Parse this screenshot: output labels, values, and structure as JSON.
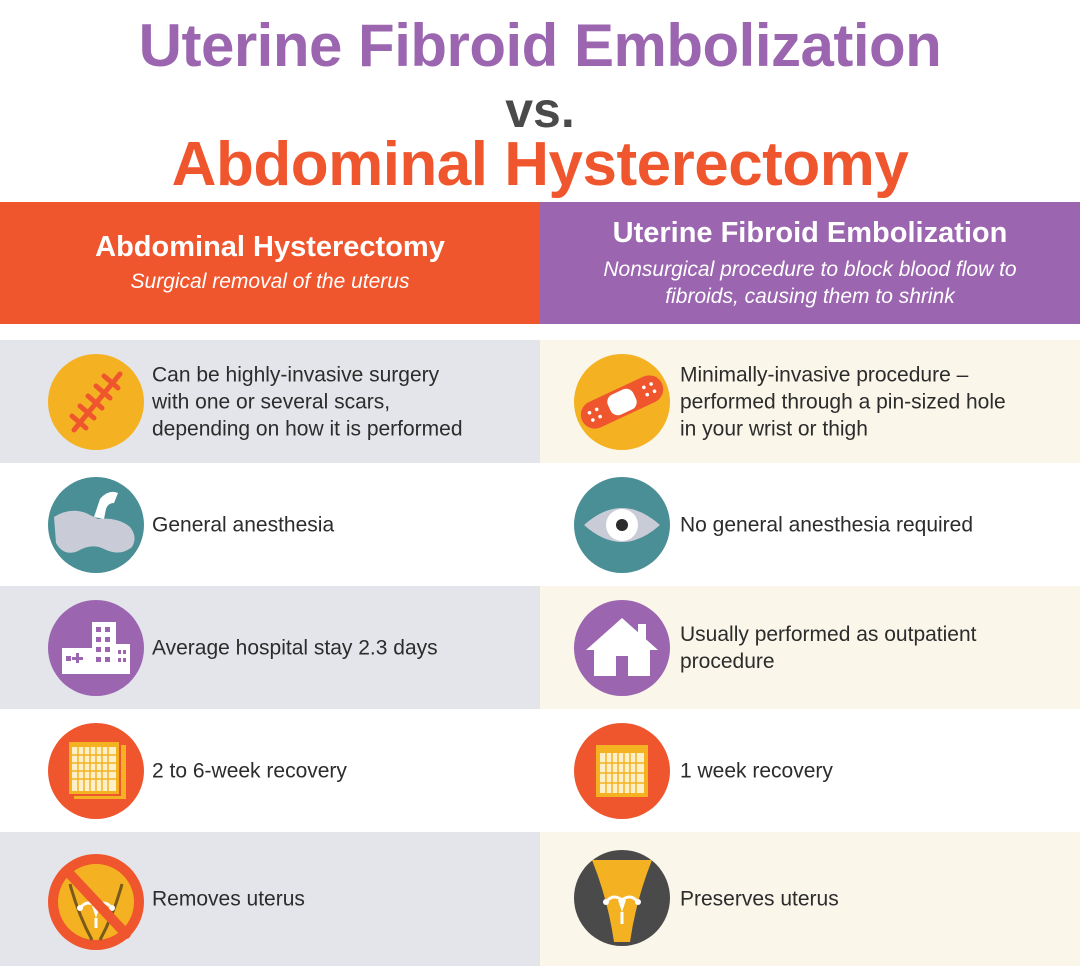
{
  "title": {
    "line1": "Uterine Fibroid Embolization",
    "line2": "vs.",
    "line3": "Abdominal Hysterectomy"
  },
  "columns": {
    "left": {
      "name": "Abdominal Hysterectomy",
      "description": "Surgical removal of the uterus"
    },
    "right": {
      "name": "Uterine Fibroid Embolization",
      "description": "Nonsurgical procedure to block blood flow to fibroids, causing them to shrink"
    }
  },
  "rows": [
    {
      "left": {
        "icon": "scar-icon",
        "text": "Can be highly-invasive surgery\nwith one or several scars,\ndepending on how it is performed"
      },
      "right": {
        "icon": "bandage-icon",
        "text": "Minimally-invasive procedure –\nperformed through a pin-sized hole\nin your wrist or thigh"
      }
    },
    {
      "left": {
        "icon": "anesthesia-mask-icon",
        "text": "General anesthesia"
      },
      "right": {
        "icon": "eye-icon",
        "text": "No general anesthesia required"
      }
    },
    {
      "left": {
        "icon": "hospital-icon",
        "text": "Average hospital stay 2.3 days"
      },
      "right": {
        "icon": "house-icon",
        "text": "Usually performed as outpatient\nprocedure"
      }
    },
    {
      "left": {
        "icon": "calendar-multi-week-icon",
        "text": "2 to 6-week recovery"
      },
      "right": {
        "icon": "calendar-one-week-icon",
        "text": "1 week recovery"
      }
    },
    {
      "left": {
        "icon": "uterus-removed-icon",
        "text": "Removes uterus"
      },
      "right": {
        "icon": "uterus-preserved-icon",
        "text": "Preserves uterus"
      }
    }
  ],
  "colors": {
    "purple": "#9b65b0",
    "orange": "#f0562e",
    "dark": "#4a4a4a",
    "yellow": "#f4b223",
    "teal": "#4a8f96",
    "left_shade": "#e4e5ea",
    "right_shade": "#faf6ea"
  }
}
